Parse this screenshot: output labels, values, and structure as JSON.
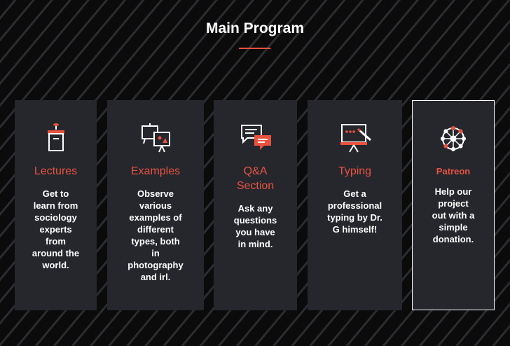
{
  "section": {
    "title": "Main Program"
  },
  "colors": {
    "accent": "#e8523f",
    "card_bg": "#25272d",
    "text": "#ffffff"
  },
  "cards": [
    {
      "icon": "podium-icon",
      "title": "Lectures",
      "text": "Get to learn from sociology experts from around the world."
    },
    {
      "icon": "presentation-board-icon",
      "title": "Examples",
      "text": "Observe various examples of different types, both in photography and irl."
    },
    {
      "icon": "chat-bubbles-icon",
      "title": "Q&A Section",
      "text": "Ask any questions you have in mind."
    },
    {
      "icon": "whiteboard-icon",
      "title": "Typing",
      "text": "Get a professional typing by Dr. G himself!"
    },
    {
      "icon": "network-hub-icon",
      "title": "Patreon",
      "text": "Help our project out with a simple donation."
    }
  ]
}
